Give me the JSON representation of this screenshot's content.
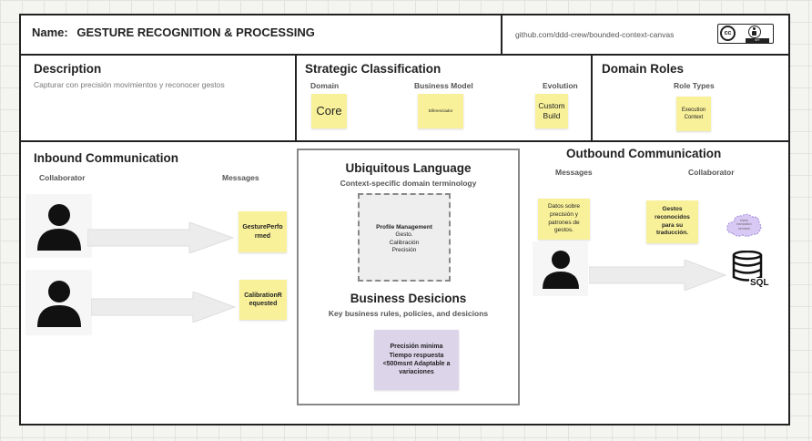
{
  "header": {
    "name_label": "Name:",
    "name_value": "GESTURE RECOGNITION & PROCESSING",
    "repo": "github.com/ddd-crew/bounded-context-canvas",
    "license_text": "BY"
  },
  "description": {
    "title": "Description",
    "text": "Capturar con precisión movimientos y reconocer gestos"
  },
  "strategic": {
    "title": "Strategic Classification",
    "domain_label": "Domain",
    "domain_value": "Core",
    "business_label": "Business Model",
    "business_value": "Diferenciador",
    "evolution_label": "Evolution",
    "evolution_value_1": "Custom",
    "evolution_value_2": "Build"
  },
  "roles": {
    "title": "Domain Roles",
    "types_label": "Role Types",
    "value_1": "Execution",
    "value_2": "Context"
  },
  "inbound": {
    "title": "Inbound Communication",
    "collaborator_label": "Collaborator",
    "messages_label": "Messages",
    "msg1_a": "GesturePerfo",
    "msg1_b": "rmed",
    "msg2_a": "CalibrationR",
    "msg2_b": "equested"
  },
  "language": {
    "title": "Ubiquitous Language",
    "subtitle": "Context-specific domain terminology",
    "term_title": "Profile Management",
    "term_1": "Gesto.",
    "term_2": "Calibración",
    "term_3": "Precisión"
  },
  "decisions": {
    "title": "Business Desicions",
    "subtitle": "Key business rules, policies, and desicions",
    "line_1": "Precisión minima",
    "line_2": "Tiempo respuesta",
    "line_3": "<500msnt Adaptable a",
    "line_4": "variaciones"
  },
  "outbound": {
    "title": "Outbound Communication",
    "messages_label": "Messages",
    "collaborator_label": "Collaborator",
    "msg_1": "Datos sobre",
    "msg_2": "precisión y",
    "msg_3": "patrones de",
    "msg_4": "gestos.",
    "collab_1": "Gestos",
    "collab_2": "reconocidos",
    "collab_3": "para su",
    "collab_4": "traducción.",
    "cloud_1": "Users",
    "cloud_2": "translation",
    "cloud_3": "services",
    "sql_label": "SQL"
  },
  "colors": {
    "sticky_yellow": "#f9f19a",
    "sticky_purple": "#dcd5ea",
    "cloud": "#d7c8f4",
    "arrow": "#ececec"
  }
}
